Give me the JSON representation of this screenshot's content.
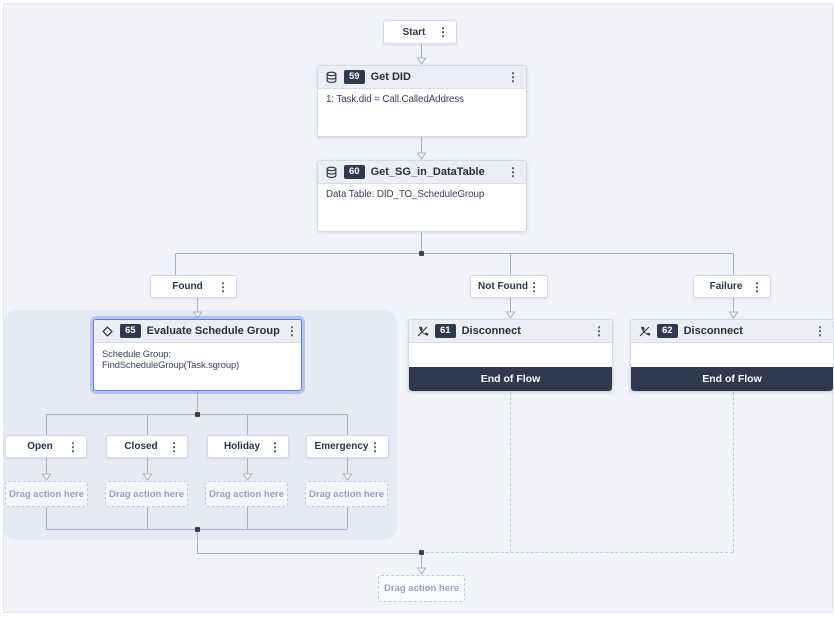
{
  "nodes": {
    "start": {
      "label": "Start"
    },
    "get_did": {
      "badge": "59",
      "title": "Get DID",
      "body": "1: Task.did = Call.CalledAddress"
    },
    "get_sg_in_datatable": {
      "badge": "60",
      "title": "Get_SG_in_DataTable",
      "body": "Data Table: DID_TO_ScheduleGroup"
    },
    "evaluate_schedule_group": {
      "badge": "65",
      "title": "Evaluate Schedule Group",
      "body": "Schedule Group: FindScheduleGroup(Task.sgroup)"
    },
    "disconnect_61": {
      "badge": "61",
      "title": "Disconnect",
      "footer": "End of Flow"
    },
    "disconnect_62": {
      "badge": "62",
      "title": "Disconnect",
      "footer": "End of Flow"
    }
  },
  "branches": {
    "found": "Found",
    "not_found": "Not Found",
    "failure": "Failure",
    "open": "Open",
    "closed": "Closed",
    "holiday": "Holiday",
    "emergency": "Emergency"
  },
  "placeholders": {
    "drag_action": "Drag action here"
  },
  "icons": {
    "kebab_glyph": "⋮",
    "get_did": "database-icon",
    "get_sg_in_datatable": "database-icon",
    "evaluate_schedule_group": "diamond-icon",
    "disconnect": "phone-slash-icon"
  },
  "colors": {
    "canvas_bg": "#f1f3f9",
    "group_highlight_bg": "#e7e9f5",
    "node_header_bg": "#eceef3",
    "badge_bg": "#2e3a4e",
    "end_of_flow_bg": "#2e3a4e",
    "selected_border": "#5b84dd",
    "connector": "#a9b2c2"
  }
}
